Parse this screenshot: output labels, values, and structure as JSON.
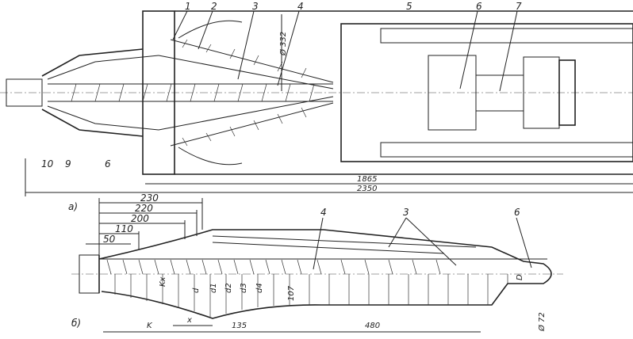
{
  "top_view": {
    "callouts": [
      "1",
      "2",
      "3",
      "4",
      "5",
      "6",
      "7"
    ],
    "bottom_callouts": [
      "10",
      "9",
      "6"
    ],
    "diameter_label": "Ø 332",
    "dim_1865": "1865",
    "dim_2350": "2350",
    "view_label": "а)"
  },
  "bottom_view": {
    "view_label": "б)",
    "dims_top": [
      "230",
      "220",
      "200",
      "110",
      "50"
    ],
    "callouts": [
      "4",
      "3",
      "6"
    ],
    "diam_labels": [
      "Kx",
      "d",
      "d1",
      "d2",
      "d3",
      "d4",
      "107"
    ],
    "D_label": "D",
    "dia72": "Ø 72",
    "dims_bottom": [
      "K",
      "x",
      "135",
      "480"
    ]
  }
}
